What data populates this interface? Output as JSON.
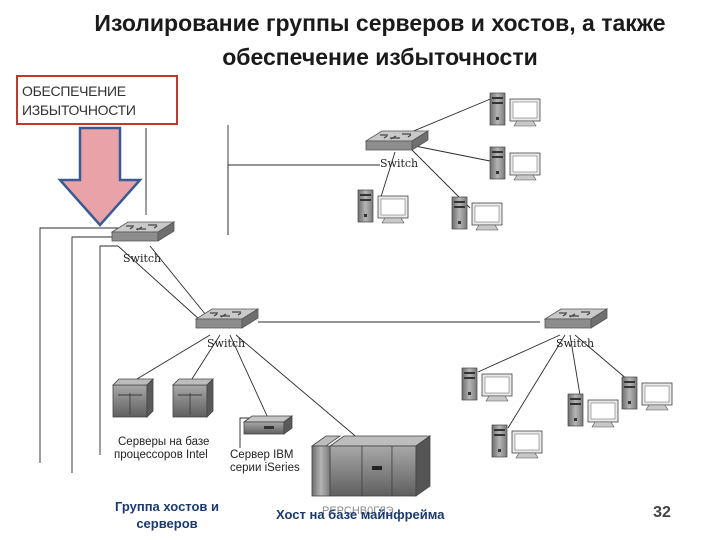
{
  "title": {
    "line1": "Изолирование группы серверов и хостов, а также",
    "line2": "обеспечение избыточности"
  },
  "callout": {
    "line1": "ОБЕСПЕЧЕНИЕ",
    "line2": "ИЗБЫТОЧНОСТИ",
    "border_color": "#c0392b",
    "arrow_fill": "#e9a3a8",
    "arrow_stroke": "#3a5a94"
  },
  "diagram": {
    "switch_label": "Switch",
    "intel_servers_label_line1": "Серверы на базе",
    "intel_servers_label_line2": "процессоров Intel",
    "ibm_label_line1": "Сервер IBM",
    "ibm_label_line2": "серии iSeries",
    "line_color": "#2b2b2b"
  },
  "footer": {
    "hosts_group_line1": "Группа хостов и",
    "hosts_group_line2": "серверов",
    "mainframe_host": "Хост на базе майнфрейма",
    "watermark": "РЕРСНВ0ГЛЭ",
    "page_number": "32"
  }
}
